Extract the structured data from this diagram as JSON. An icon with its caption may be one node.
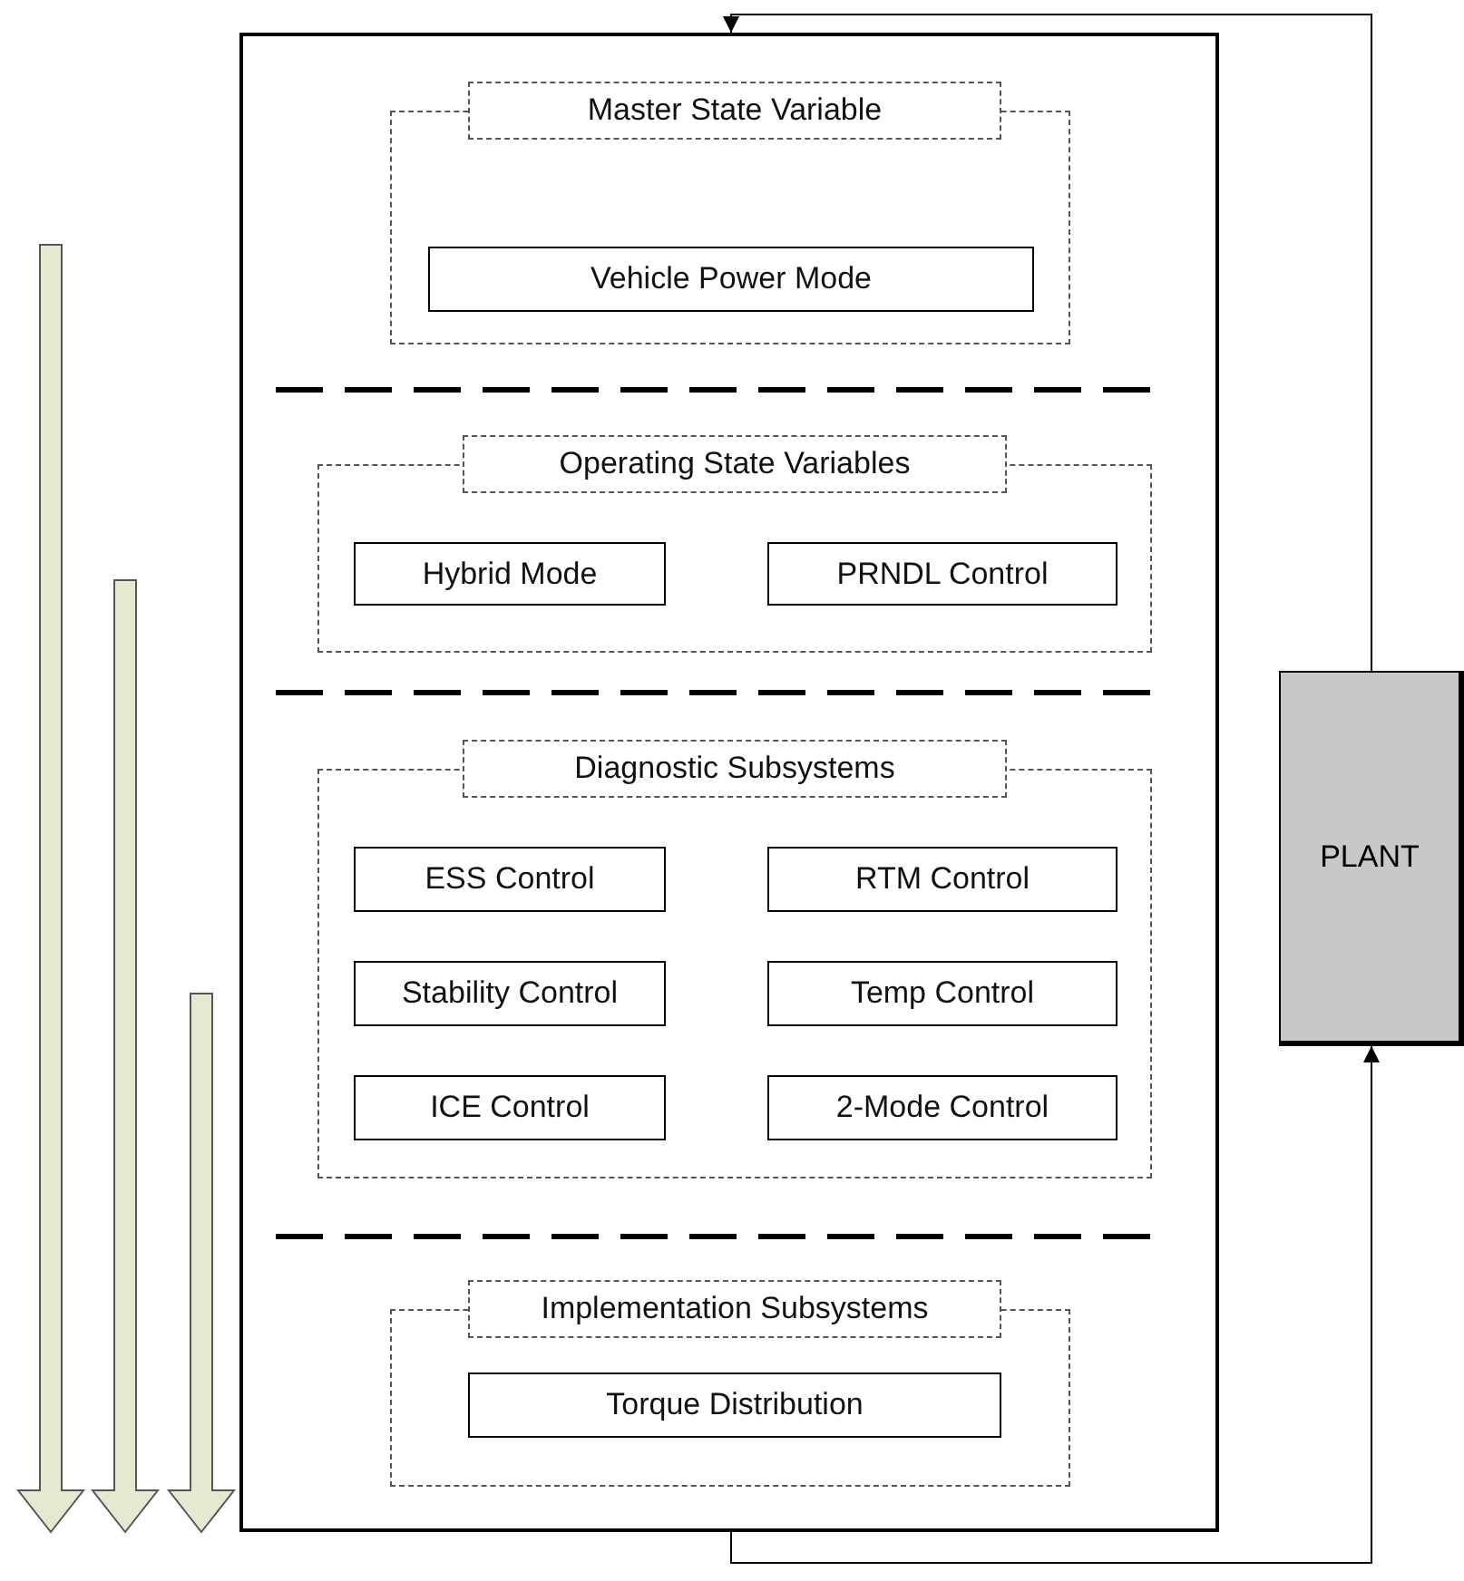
{
  "diagram": {
    "nodes": [
      {
        "text": [],
        "shape": "box"
      },
      {
        "text": [
          "Master State Variable"
        ],
        "in": 0
      },
      {
        "text": [
          "Vehicle Power Mode"
        ],
        "in": 1
      },
      {
        "text": [
          "Operating State Variables"
        ],
        "in": 0
      },
      {
        "text": [
          "Hybrid Mode"
        ],
        "in": 3
      },
      {
        "text": [
          "PRNDL Control"
        ],
        "in": 3
      },
      {
        "text": [
          "Diagnostic Subsystems"
        ],
        "in": 0
      },
      {
        "text": [
          "ESS Control"
        ],
        "in": 6
      },
      {
        "text": [
          "RTM Control"
        ],
        "in": 6
      },
      {
        "text": [
          "Stability Control"
        ],
        "in": 6
      },
      {
        "text": [
          "Temp Control"
        ],
        "in": 6
      },
      {
        "text": [
          "ICE Control"
        ],
        "in": 6
      },
      {
        "text": [
          "2-Mode Control"
        ],
        "in": 6
      },
      {
        "text": [
          "Implementation Subsystems"
        ],
        "in": 0
      },
      {
        "text": [
          "Torque Distribution"
        ],
        "in": 13
      },
      {
        "text": [
          "PLANT"
        ]
      }
    ],
    "edges": [
      {
        "from": 0,
        "to": 15,
        "arrow": "to"
      },
      {
        "from": 15,
        "to": 0,
        "arrow": "to"
      }
    ]
  }
}
